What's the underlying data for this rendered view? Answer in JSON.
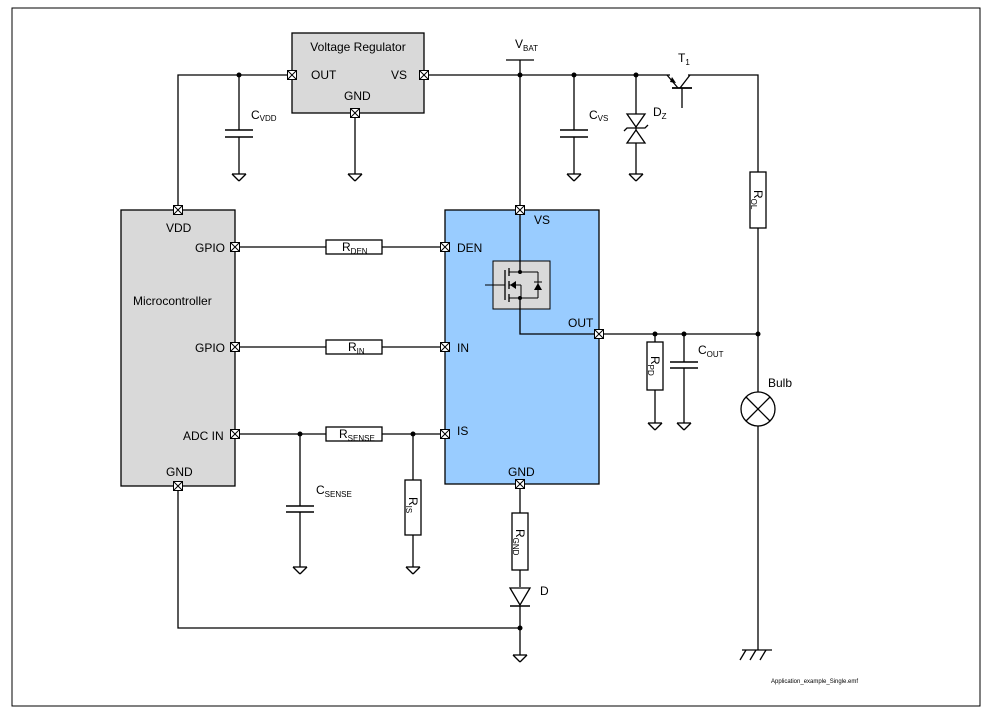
{
  "blocks": {
    "regulator": {
      "title": "Voltage Regulator",
      "out": "OUT",
      "vs": "VS",
      "gnd": "GND"
    },
    "mcu": {
      "title": "Microcontroller",
      "vdd": "VDD",
      "gpio1": "GPIO",
      "gpio2": "GPIO",
      "adc": "ADC IN",
      "gnd": "GND"
    },
    "switch": {
      "vs": "VS",
      "den": "DEN",
      "in": "IN",
      "is": "IS",
      "out": "OUT",
      "gnd": "GND"
    }
  },
  "components": {
    "cvdd": {
      "main": "C",
      "sub": "VDD"
    },
    "vbat": {
      "main": "V",
      "sub": "BAT"
    },
    "cvs": {
      "main": "C",
      "sub": "VS"
    },
    "dz": {
      "main": "D",
      "sub": "Z"
    },
    "t1": {
      "main": "T",
      "sub": "1"
    },
    "rol": {
      "main": "R",
      "sub": "OL"
    },
    "rden": {
      "main": "R",
      "sub": "DEN"
    },
    "rin": {
      "main": "R",
      "sub": "IN"
    },
    "rsense": {
      "main": "R",
      "sub": "SENSE"
    },
    "csense": {
      "main": "C",
      "sub": "SENSE"
    },
    "ris": {
      "main": "R",
      "sub": "IS"
    },
    "rgnd": {
      "main": "R",
      "sub": "GND"
    },
    "d": {
      "main": "D",
      "sub": ""
    },
    "rpd": {
      "main": "R",
      "sub": "PD"
    },
    "cout": {
      "main": "C",
      "sub": "OUT"
    },
    "bulb": {
      "main": "Bulb",
      "sub": ""
    }
  },
  "footer": {
    "filename": "Application_example_Single.emf"
  },
  "colors": {
    "switch_fill": "#99CCFF",
    "block_fill": "#D9D9D9"
  }
}
